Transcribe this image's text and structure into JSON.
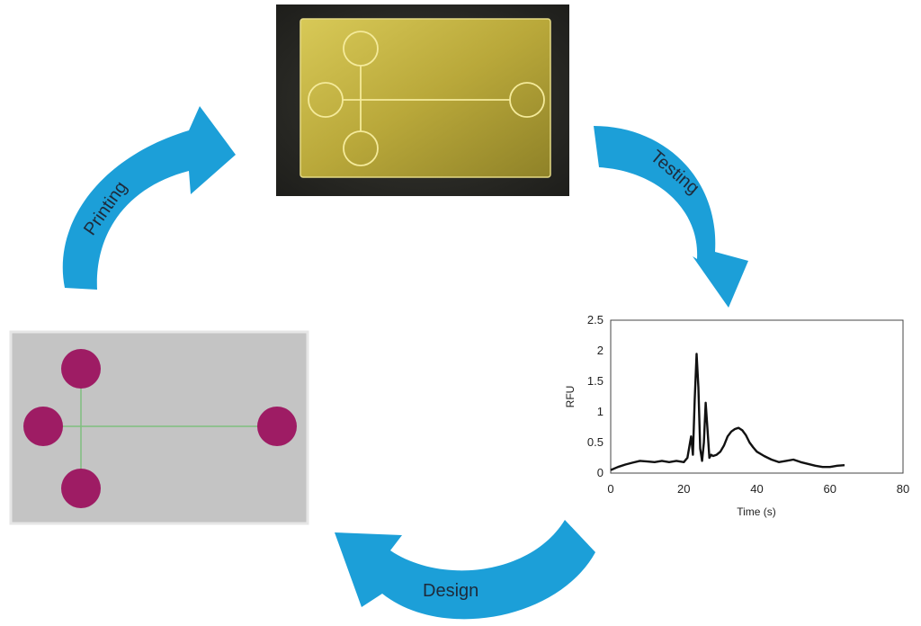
{
  "colors": {
    "arrow": "#1c9fd8",
    "circle": "#9e1c64",
    "chip_bg": "#c4c4c4",
    "gold": "#c9b94a",
    "dark_bg": "#2c2c28"
  },
  "cycle": {
    "printing_label": "Printing",
    "testing_label": "Testing",
    "design_label": "Design"
  },
  "chart_data": {
    "type": "line",
    "xlabel": "Time (s)",
    "ylabel": "RFU",
    "xlim": [
      0,
      80
    ],
    "ylim": [
      0,
      2.5
    ],
    "x_ticks": [
      "0",
      "20",
      "40",
      "60",
      "80"
    ],
    "y_ticks": [
      "0",
      "0.5",
      "1",
      "1.5",
      "2",
      "2.5"
    ],
    "grid": false,
    "series": [
      {
        "x": [
          0,
          2,
          4,
          6,
          8,
          10,
          12,
          14,
          16,
          18,
          20,
          21,
          22,
          22.5,
          23,
          23.5,
          24,
          24.5,
          25,
          25.5,
          26,
          26.5,
          27,
          27.5,
          28,
          29,
          30,
          31,
          32,
          33,
          34,
          35,
          36,
          37,
          38,
          39,
          40,
          42,
          44,
          46,
          48,
          50,
          52,
          54,
          56,
          58,
          60,
          62,
          64
        ],
        "y": [
          0.05,
          0.1,
          0.14,
          0.17,
          0.2,
          0.19,
          0.18,
          0.2,
          0.18,
          0.2,
          0.18,
          0.25,
          0.6,
          0.3,
          1.2,
          1.95,
          1.4,
          0.4,
          0.2,
          0.5,
          1.15,
          0.7,
          0.25,
          0.3,
          0.28,
          0.3,
          0.35,
          0.45,
          0.6,
          0.68,
          0.72,
          0.74,
          0.7,
          0.62,
          0.5,
          0.42,
          0.35,
          0.28,
          0.22,
          0.18,
          0.2,
          0.22,
          0.18,
          0.15,
          0.12,
          0.1,
          0.1,
          0.12,
          0.13
        ]
      }
    ]
  }
}
